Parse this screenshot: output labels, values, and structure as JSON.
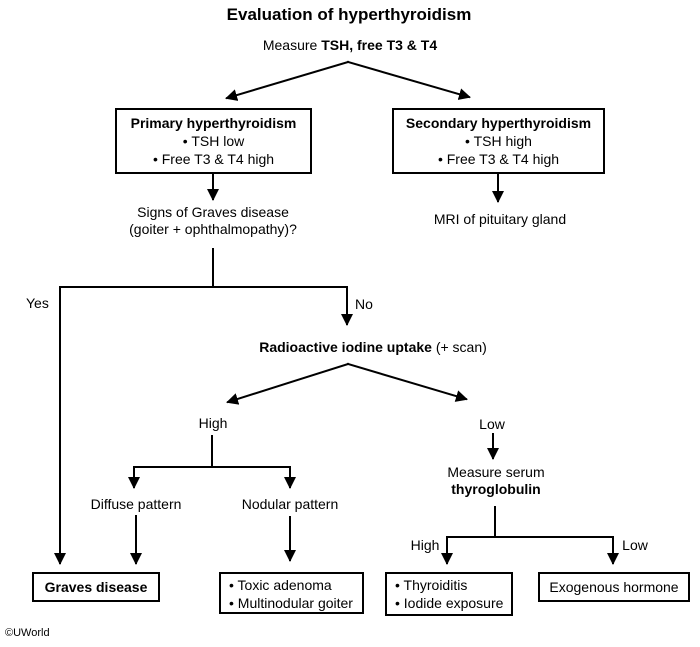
{
  "title": "Evaluation of hyperthyroidism",
  "subtitle": {
    "prefix": "Measure ",
    "bold": "TSH, free T3 & T4"
  },
  "primary_box": {
    "title": "Primary hyperthyroidism",
    "bullets": [
      "• TSH low",
      "• Free T3 & T4 high"
    ]
  },
  "secondary_box": {
    "title": "Secondary hyperthyroidism",
    "bullets": [
      "• TSH high",
      "• Free T3 & T4 high"
    ]
  },
  "mri_label": "MRI of pituitary gland",
  "graves_question": {
    "line1": "Signs of Graves disease",
    "line2": "(goiter + ophthalmopathy)?"
  },
  "yes_label": "Yes",
  "no_label": "No",
  "raiu": {
    "bold": "Radioactive iodine uptake",
    "suffix": " (+ scan)"
  },
  "high_label": "High",
  "low_label": "Low",
  "diffuse_label": "Diffuse pattern",
  "nodular_label": "Nodular pattern",
  "serum": {
    "line1": "Measure serum",
    "line2_bold": "thyroglobulin"
  },
  "tg_high_label": "High",
  "tg_low_label": "Low",
  "graves_box_label": "Graves disease",
  "toxic_box": {
    "bullets": [
      "• Toxic adenoma",
      "• Multinodular goiter"
    ]
  },
  "thyroiditis_box": {
    "bullets": [
      "• Thyroiditis",
      "• Iodide exposure"
    ]
  },
  "exogenous_box_label": "Exogenous hormone",
  "copyright": "©UWorld",
  "colors": {
    "line": "#000000",
    "background": "#ffffff",
    "text": "#000000"
  }
}
